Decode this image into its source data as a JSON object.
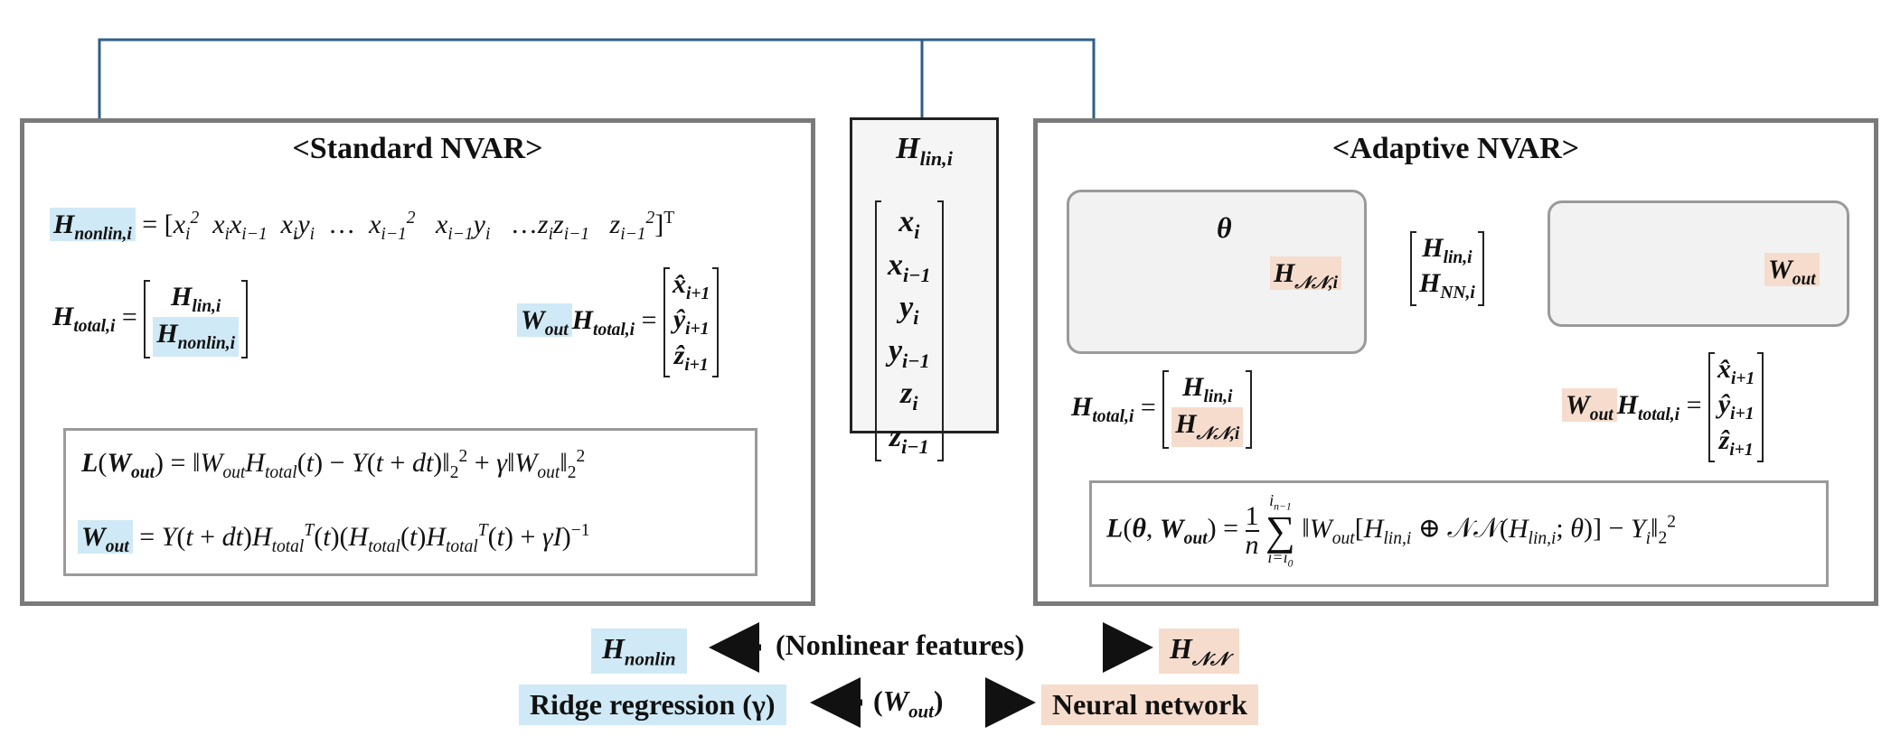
{
  "standard": {
    "title": "<Standard NVAR>",
    "hnonlin_eq": "= [x_i^2  x_i x_{i−1}  x_i y_i  …  x_{i−1}^2  x_{i−1} y_i  … z_i z_{i−1}  z_{i−1}^2]^T",
    "loss_eq": "L(W_out) = ‖W_out H_total(t) − Y(t + dt)‖₂² + γ‖W_out‖₂²",
    "wout_eq": "W_out = Y(t + dt) H_total^T(t) (H_total(t) H_total^T(t) + γI)^{−1}"
  },
  "middle": {
    "label": "H_lin,i",
    "entries": [
      "x_i",
      "x_{i−1}",
      "y_i",
      "y_{i−1}",
      "z_i",
      "z_{i−1}"
    ]
  },
  "adaptive": {
    "title": "<Adaptive NVAR>",
    "theta": "θ",
    "loss_eq": "L(θ, W_out) = (1/n) Σ_{i=i0}^{i_{n−1}} ‖W_out[H_lin,i ⊕ 𝒩𝒩(H_lin,i; θ)] − Y_i‖₂²"
  },
  "legend": {
    "row1_center": "(Nonlinear features)",
    "row1_left": "H_nonlin",
    "row1_right": "H_𝒩𝒩",
    "row2_center": "(W_out)",
    "row2_left": "Ridge regression (γ)",
    "row2_right": "Neural network"
  },
  "colors": {
    "blue_highlight": "#cfe9f6",
    "peach_highlight": "#f6dccd",
    "arrow_blue": "#2f5f86",
    "node_fill": "#d8efc8",
    "node_stroke": "#a8d890",
    "orange_arrow": "#e08a5a"
  }
}
